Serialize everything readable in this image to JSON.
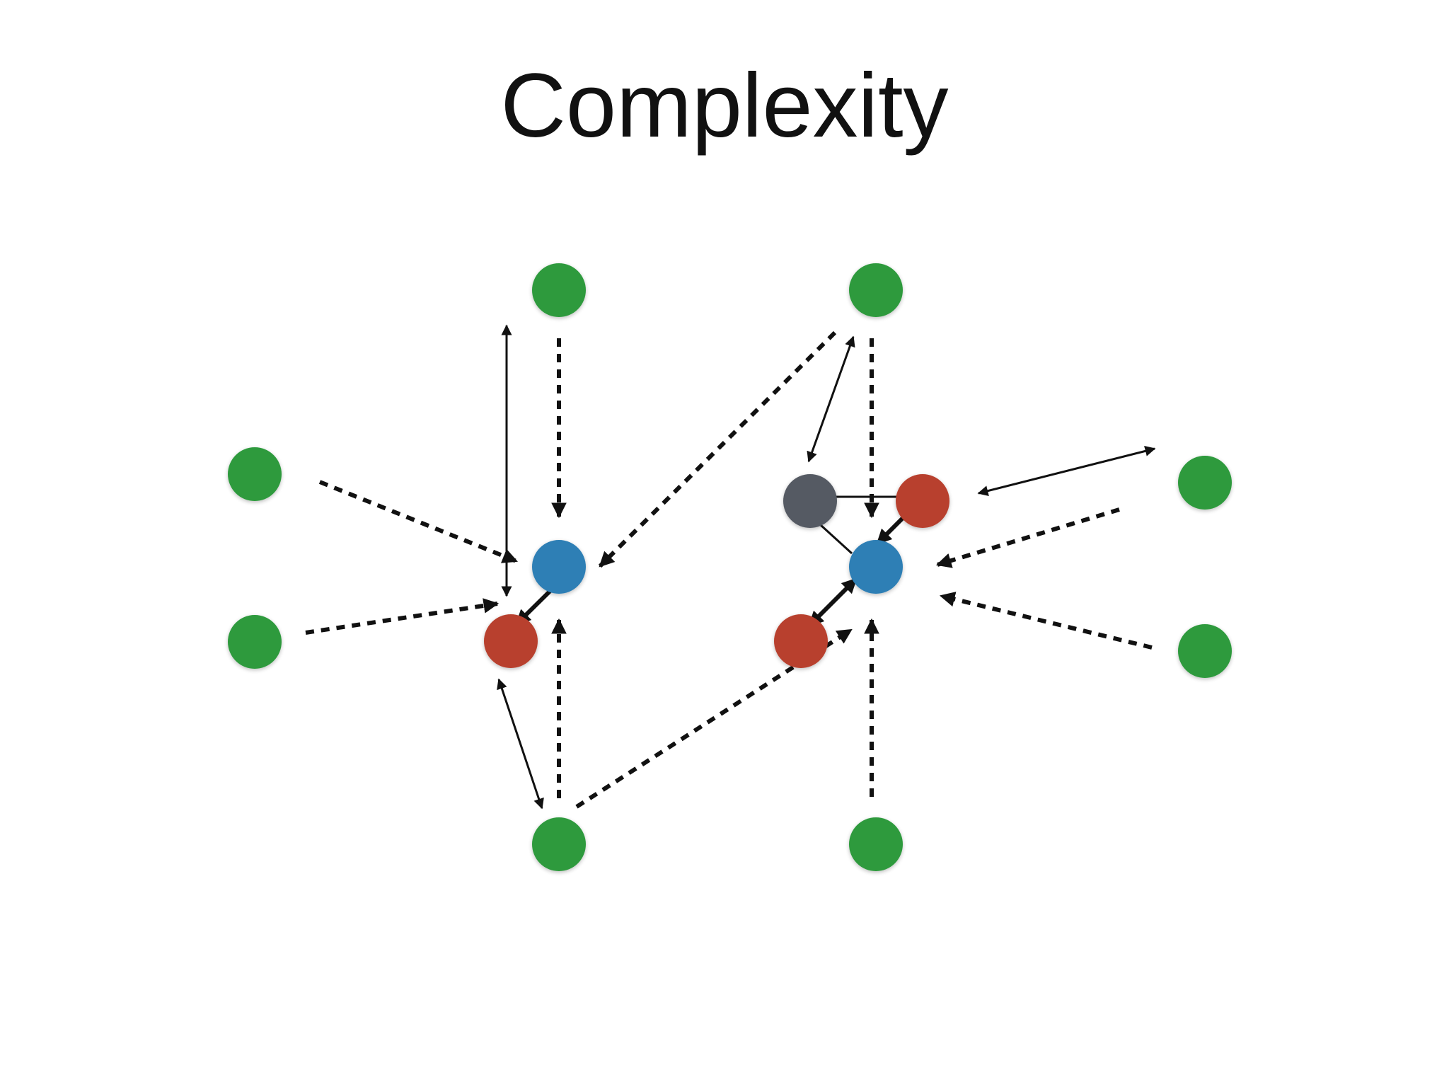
{
  "title": "Complexity",
  "colors": {
    "green": "#2e9a3e",
    "blue": "#2f7fb5",
    "red": "#b8412e",
    "gray": "#545a63",
    "arrow": "#111111"
  },
  "nodes": [
    {
      "id": "g-top-left",
      "color": "green"
    },
    {
      "id": "g-top-right",
      "color": "green"
    },
    {
      "id": "g-left-upper",
      "color": "green"
    },
    {
      "id": "g-left-lower",
      "color": "green"
    },
    {
      "id": "g-right-upper",
      "color": "green"
    },
    {
      "id": "g-right-lower",
      "color": "green"
    },
    {
      "id": "g-bottom-left",
      "color": "green"
    },
    {
      "id": "g-bottom-right",
      "color": "green"
    },
    {
      "id": "blue-left",
      "color": "blue"
    },
    {
      "id": "blue-right",
      "color": "blue"
    },
    {
      "id": "red-left",
      "color": "red"
    },
    {
      "id": "red-right-top",
      "color": "red"
    },
    {
      "id": "red-right-bottom",
      "color": "red"
    },
    {
      "id": "gray-right",
      "color": "gray"
    }
  ],
  "edges": [
    {
      "id": "g-top-left-to-blue-left",
      "style": "dashed",
      "heads": "end"
    },
    {
      "id": "g-left-upper-to-blue-left",
      "style": "dashed",
      "heads": "end"
    },
    {
      "id": "g-left-lower-to-red-left",
      "style": "dashed",
      "heads": "end"
    },
    {
      "id": "g-bottom-left-to-blue-left",
      "style": "dashed",
      "heads": "end"
    },
    {
      "id": "g-top-right-to-blue-left",
      "style": "dashed",
      "heads": "end"
    },
    {
      "id": "g-bottom-left-to-blue-right",
      "style": "dashed",
      "heads": "end"
    },
    {
      "id": "g-top-right-to-blue-right",
      "style": "dashed",
      "heads": "end"
    },
    {
      "id": "g-right-upper-to-blue-right",
      "style": "dashed",
      "heads": "end"
    },
    {
      "id": "g-right-lower-to-blue-right",
      "style": "dashed",
      "heads": "end"
    },
    {
      "id": "g-bottom-right-to-blue-right",
      "style": "dashed",
      "heads": "end"
    },
    {
      "id": "red-left-to-top-vertical",
      "style": "solid",
      "heads": "both"
    },
    {
      "id": "red-left-to-g-bottom-left",
      "style": "solid",
      "heads": "both"
    },
    {
      "id": "blue-left-red-left",
      "style": "thick",
      "heads": "both"
    },
    {
      "id": "gray-right-to-g-top-right",
      "style": "solid",
      "heads": "both"
    },
    {
      "id": "gray-right-red-right-top",
      "style": "solid",
      "heads": "both"
    },
    {
      "id": "blue-right-to-gray-right",
      "style": "solid",
      "heads": "end"
    },
    {
      "id": "blue-right-red-right-top",
      "style": "thick",
      "heads": "both"
    },
    {
      "id": "blue-right-red-right-bottom",
      "style": "thick",
      "heads": "both"
    },
    {
      "id": "red-right-top-g-right-upper",
      "style": "solid",
      "heads": "both"
    }
  ]
}
